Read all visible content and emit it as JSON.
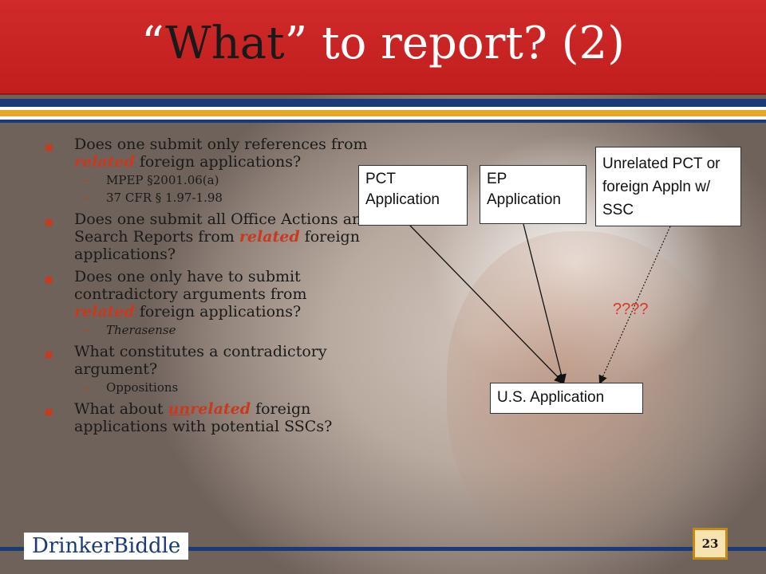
{
  "slide": {
    "title_open_quote": "“",
    "title_word": "What",
    "title_close_quote": "”",
    "title_rest": " to report? (2)",
    "page_number": "23",
    "logo_text": "DrinkerBiddle"
  },
  "bullets": {
    "b1": {
      "pre": "Does one submit only references from ",
      "em": "related",
      "post": " foreign applications?"
    },
    "b1_subs": [
      "MPEP §2001.06(a)",
      "37 CFR § 1.97-1.98"
    ],
    "b2": {
      "pre": "Does one submit all Office Actions and Search Reports from ",
      "em": "related",
      "post": " foreign applications?"
    },
    "b3": {
      "pre": "Does one only have to submit contradictory arguments from ",
      "em": "related",
      "post": " foreign applications?"
    },
    "b3_sub": "Therasense",
    "b4": {
      "text": "What constitutes a contradictory argument?"
    },
    "b4_sub": "Oppositions",
    "b5": {
      "pre": "What about ",
      "em_u": "un",
      "em": "related",
      "post": " foreign applications with potential SSCs?"
    }
  },
  "diagram": {
    "pct_box": "PCT Application",
    "ep_box": "EP Application",
    "unrelated_box": "Unrelated PCT or foreign Appln w/ SSC",
    "us_box": "U.S. Application",
    "question_marks": "????"
  },
  "colors": {
    "title_red": "#c21e1e",
    "accent_red": "#c8391f",
    "navy": "#1b3a78",
    "gold": "#e2a826"
  }
}
